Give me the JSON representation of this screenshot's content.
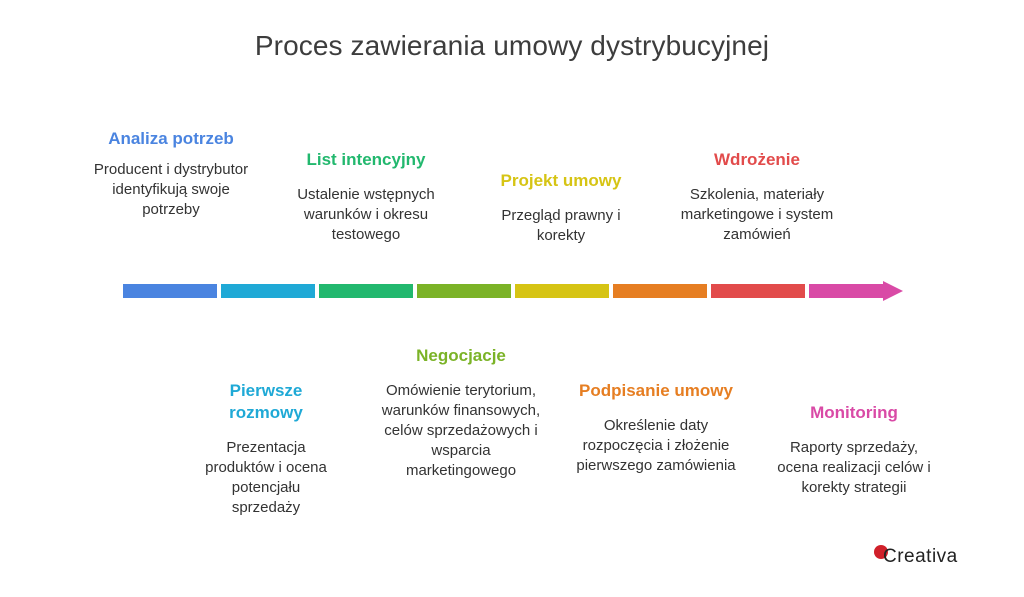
{
  "title": "Proces zawierania umowy dystrybucyjnej",
  "steps": [
    {
      "title": "Analiza potrzeb",
      "description": "Producent i dystrybutor identyfikują swoje potrzeby",
      "color": "#4a84e0"
    },
    {
      "title": "Pierwsze rozmowy",
      "description": "Prezentacja produktów i ocena potencjału sprzedaży",
      "color": "#1fa9d6"
    },
    {
      "title": "List intencyjny",
      "description": "Ustalenie wstępnych warunków i okresu testowego",
      "color": "#22b86e"
    },
    {
      "title": "Negocjacje",
      "description": "Omówienie terytorium, warunków finansowych, celów sprzedażowych i wsparcia marketingowego",
      "color": "#7bb327"
    },
    {
      "title": "Projekt umowy",
      "description": "Przegląd prawny i korekty",
      "color": "#d6c414"
    },
    {
      "title": "Podpisanie umowy",
      "description": "Określenie daty rozpoczęcia i złożenie pierwszego zamówienia",
      "color": "#e67e22"
    },
    {
      "title": "Wdrożenie",
      "description": "Szkolenia, materiały marketingowe i system zamówień",
      "color": "#e24b4b"
    },
    {
      "title": "Monitoring",
      "description": "Raporty sprzedaży, ocena realizacji celów i korekty strategii",
      "color": "#d94aa6"
    }
  ],
  "logo": {
    "text": "Creativa"
  }
}
